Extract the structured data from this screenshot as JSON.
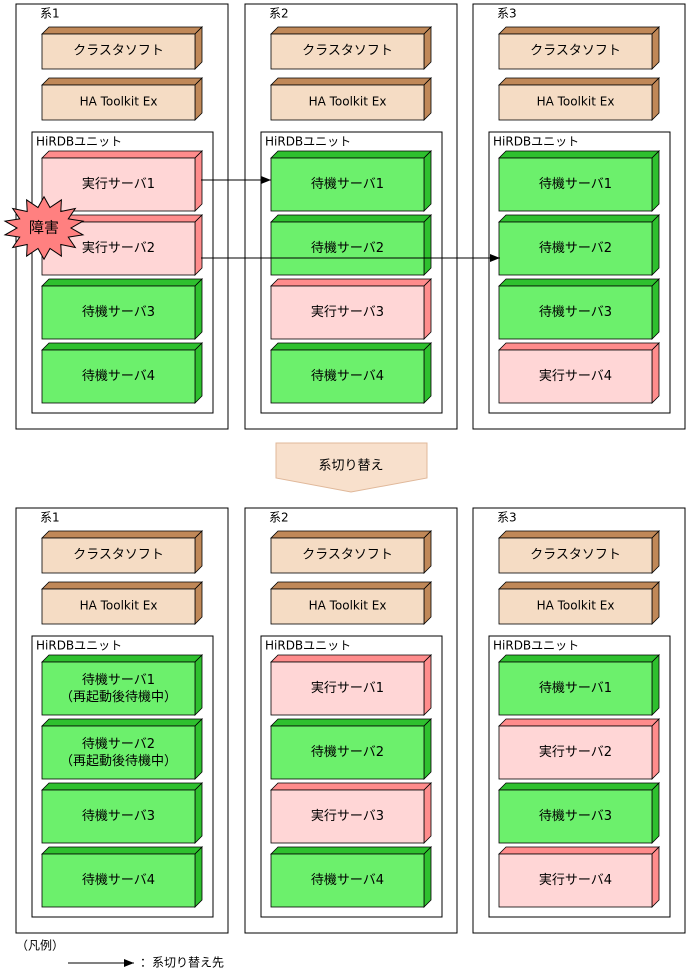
{
  "colors": {
    "running_fill": "#ffd6d6",
    "running_side": "#ff8c8c",
    "standby_fill": "#6cf06c",
    "standby_side": "#2ec02e",
    "software_fill": "#f5dcc4",
    "software_side": "#c08858",
    "failure_fill": "#ff8080",
    "transition_fill": "#f8e0cc"
  },
  "top": {
    "systems": [
      {
        "label": "系1",
        "cluster": "クラスタソフト",
        "toolkit": "HA Toolkit Ex",
        "unit": "HiRDBユニット",
        "servers": [
          {
            "lines": [
              "実行サーバ1"
            ],
            "state": "running"
          },
          {
            "lines": [
              "実行サーバ2"
            ],
            "state": "running"
          },
          {
            "lines": [
              "待機サーバ3"
            ],
            "state": "standby"
          },
          {
            "lines": [
              "待機サーバ4"
            ],
            "state": "standby"
          }
        ]
      },
      {
        "label": "系2",
        "cluster": "クラスタソフト",
        "toolkit": "HA Toolkit Ex",
        "unit": "HiRDBユニット",
        "servers": [
          {
            "lines": [
              "待機サーバ1"
            ],
            "state": "standby"
          },
          {
            "lines": [
              "待機サーバ2"
            ],
            "state": "standby"
          },
          {
            "lines": [
              "実行サーバ3"
            ],
            "state": "running"
          },
          {
            "lines": [
              "待機サーバ4"
            ],
            "state": "standby"
          }
        ]
      },
      {
        "label": "系3",
        "cluster": "クラスタソフト",
        "toolkit": "HA Toolkit Ex",
        "unit": "HiRDBユニット",
        "servers": [
          {
            "lines": [
              "待機サーバ1"
            ],
            "state": "standby"
          },
          {
            "lines": [
              "待機サーバ2"
            ],
            "state": "standby"
          },
          {
            "lines": [
              "待機サーバ3"
            ],
            "state": "standby"
          },
          {
            "lines": [
              "実行サーバ4"
            ],
            "state": "running"
          }
        ]
      }
    ]
  },
  "failure_label": "障害",
  "transition_label": "系切り替え",
  "bottom": {
    "systems": [
      {
        "label": "系1",
        "cluster": "クラスタソフト",
        "toolkit": "HA Toolkit Ex",
        "unit": "HiRDBユニット",
        "servers": [
          {
            "lines": [
              "待機サーバ1",
              "（再起動後待機中）"
            ],
            "state": "standby"
          },
          {
            "lines": [
              "待機サーバ2",
              "（再起動後待機中）"
            ],
            "state": "standby"
          },
          {
            "lines": [
              "待機サーバ3"
            ],
            "state": "standby"
          },
          {
            "lines": [
              "待機サーバ4"
            ],
            "state": "standby"
          }
        ]
      },
      {
        "label": "系2",
        "cluster": "クラスタソフト",
        "toolkit": "HA Toolkit Ex",
        "unit": "HiRDBユニット",
        "servers": [
          {
            "lines": [
              "実行サーバ1"
            ],
            "state": "running"
          },
          {
            "lines": [
              "待機サーバ2"
            ],
            "state": "standby"
          },
          {
            "lines": [
              "実行サーバ3"
            ],
            "state": "running"
          },
          {
            "lines": [
              "待機サーバ4"
            ],
            "state": "standby"
          }
        ]
      },
      {
        "label": "系3",
        "cluster": "クラスタソフト",
        "toolkit": "HA Toolkit Ex",
        "unit": "HiRDBユニット",
        "servers": [
          {
            "lines": [
              "待機サーバ1"
            ],
            "state": "standby"
          },
          {
            "lines": [
              "実行サーバ2"
            ],
            "state": "running"
          },
          {
            "lines": [
              "待機サーバ3"
            ],
            "state": "standby"
          },
          {
            "lines": [
              "実行サーバ4"
            ],
            "state": "running"
          }
        ]
      }
    ]
  },
  "legend": {
    "title": "（凡例）",
    "arrow_label": "：系切り替え先"
  }
}
